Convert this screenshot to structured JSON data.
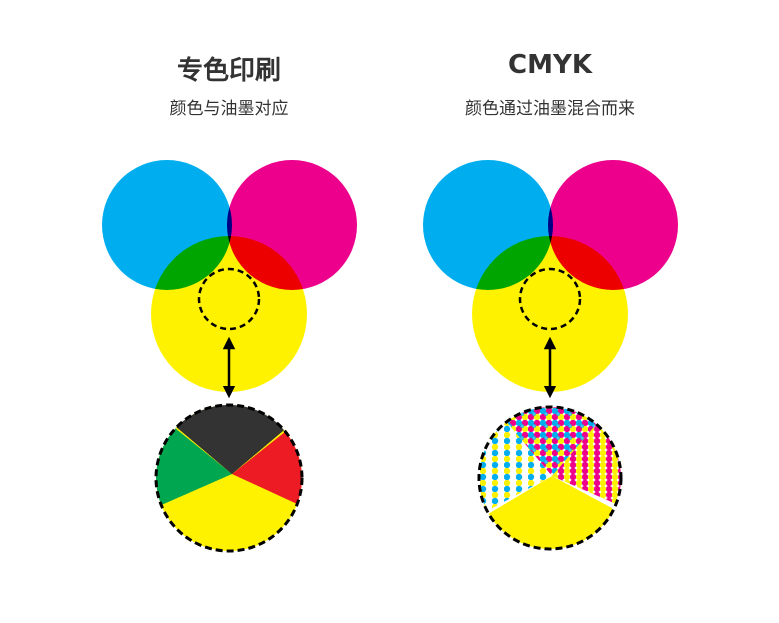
{
  "left": {
    "title": "专色印刷",
    "subtitle": "颜色与油墨对应"
  },
  "right": {
    "title": "CMYK",
    "subtitle": "颜色通过油墨混合而来"
  },
  "colors": {
    "cyan": "#00aeef",
    "magenta": "#ec008c",
    "yellow": "#fff200",
    "blue": "#2e3192",
    "green": "#00a650",
    "red": "#ed1c24",
    "black": "#333333"
  }
}
